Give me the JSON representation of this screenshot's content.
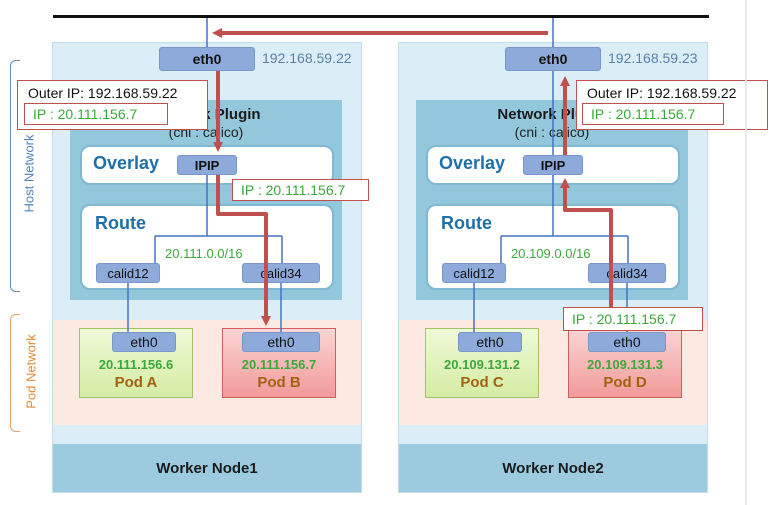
{
  "side_labels": {
    "host_network": "Host Network",
    "pod_network": "Pod Network"
  },
  "nodes": [
    {
      "footer": "Worker Node1",
      "eth0_label": "eth0",
      "eth0_ip": "192.168.59.22",
      "plugin_title": "Network Plugin",
      "plugin_sub": "(cni : calico)",
      "overlay_label": "Overlay",
      "ipip_label": "IPIP",
      "route_label": "Route",
      "subnet": "20.111.0.0/16",
      "calid_left": "calid12",
      "calid_right": "calid34",
      "pods": [
        {
          "eth": "eth0",
          "ip": "20.111.156.6",
          "name": "Pod A"
        },
        {
          "eth": "eth0",
          "ip": "20.111.156.7",
          "name": "Pod B"
        }
      ]
    },
    {
      "footer": "Worker Node2",
      "eth0_label": "eth0",
      "eth0_ip": "192.168.59.23",
      "plugin_title": "Network Plugin",
      "plugin_sub": "(cni : calico)",
      "overlay_label": "Overlay",
      "ipip_label": "IPIP",
      "route_label": "Route",
      "subnet": "20.109.0.0/16",
      "calid_left": "calid12",
      "calid_right": "calid34",
      "pods": [
        {
          "eth": "eth0",
          "ip": "20.109.131.2",
          "name": "Pod C"
        },
        {
          "eth": "eth0",
          "ip": "20.109.131.3",
          "name": "Pod D"
        }
      ]
    }
  ],
  "callouts": {
    "node1_outer": {
      "outer": "Outer IP: 192.168.59.22",
      "inner": "IP : 20.111.156.7"
    },
    "node1_inner": "IP : 20.111.156.7",
    "node2_outer": {
      "outer": "Outer IP: 192.168.59.22",
      "inner": "IP : 20.111.156.7"
    },
    "node2_pod": "IP : 20.111.156.7"
  },
  "colors": {
    "packet_path": "#c0504d",
    "link": "#4472c4",
    "pod_ip": "#3aa83a"
  }
}
